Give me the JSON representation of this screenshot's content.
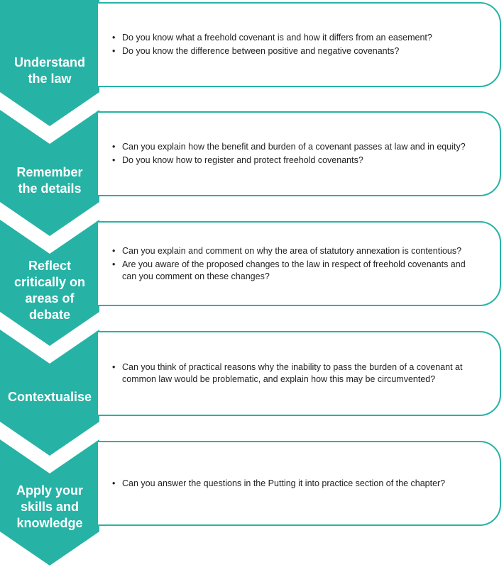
{
  "colors": {
    "accent": "#26b3a5",
    "text": "#222222",
    "label_text": "#ffffff"
  },
  "steps": [
    {
      "label": "Understand\nthe law",
      "questions": [
        "Do you know what a freehold covenant is and how it differs from an easement?",
        "Do you know the difference between positive and negative covenants?"
      ]
    },
    {
      "label": "Remember\nthe details",
      "questions": [
        "Can you explain how the benefit and burden of a covenant passes at law and in equity?",
        "Do you know how to register and protect freehold covenants?"
      ]
    },
    {
      "label": "Reflect\ncritically on\nareas of\ndebate",
      "questions": [
        "Can you explain and comment on why the area of statutory annexation is contentious?",
        "Are you aware of the proposed changes to the law in respect of freehold covenants and can you comment on these changes?"
      ]
    },
    {
      "label": "Contextualise",
      "questions": [
        "Can you think of practical reasons why the inability to pass the burden of a covenant at common law would be problematic, and explain how this may be circumvented?"
      ]
    },
    {
      "label": "Apply your\nskills and\nknowledge",
      "questions": [
        "Can you answer the questions in the Putting it into practice section of the chapter?"
      ]
    }
  ]
}
